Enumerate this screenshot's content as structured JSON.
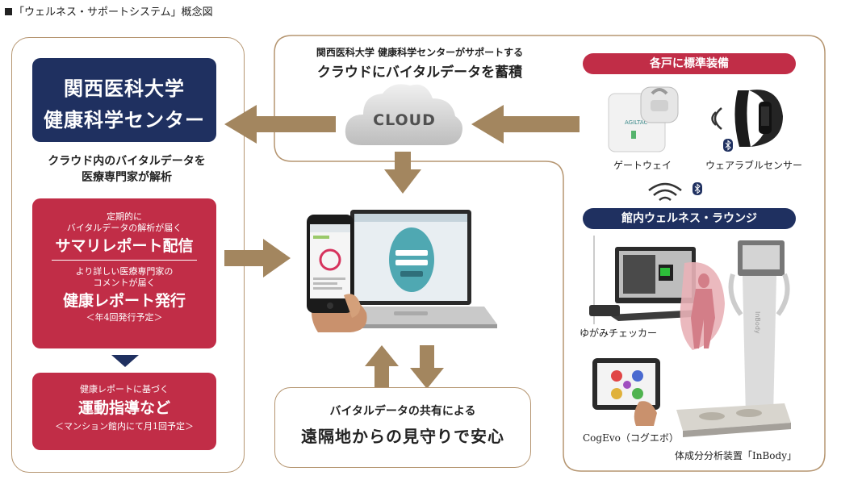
{
  "caption": "「ウェルネス・サポートシステム」概念図",
  "colors": {
    "navy": "#1f3060",
    "crimson": "#c12d47",
    "arrow": "#a3865f",
    "border": "#b59570"
  },
  "university": {
    "line1": "関西医科大学",
    "line2": "健康科学センター"
  },
  "analysis": {
    "line1": "クラウド内のバイタルデータを",
    "line2": "医療専門家が解析"
  },
  "summary": {
    "small1": "定期的に",
    "small2": "バイタルデータの解析が届く",
    "title": "サマリレポート配信",
    "small3": "より詳しい医療専門家の",
    "small4": "コメントが届く",
    "title2": "健康レポート発行",
    "note": "＜年4回発行予定＞"
  },
  "exercise": {
    "small": "健康レポートに基づく",
    "title": "運動指導など",
    "note": "＜マンション館内にて月1回予定＞"
  },
  "cloud": {
    "top1": "関西医科大学 健康科学センターがサポートする",
    "top2": "クラウドにバイタルデータを蓄積",
    "label": "CLOUD"
  },
  "household": {
    "header": "各戸に標準装備",
    "gateway": "ゲートウェイ",
    "wearable": "ウェアラブルセンサー"
  },
  "lounge": {
    "header": "館内ウェルネス・ラウンジ",
    "yugami": "ゆがみチェッカー",
    "cogevo": "CogEvo（コグエボ）",
    "inbody": "体成分分析装置「InBody」"
  },
  "share": {
    "line1": "バイタルデータの共有による",
    "line2": "遠隔地からの見守りで安心"
  },
  "icons": [
    "cloud-icon",
    "gateway-device-icon",
    "wearable-band-icon",
    "bluetooth-icon",
    "wifi-icon",
    "smartphone-icon",
    "laptop-icon",
    "posture-scanner-icon",
    "tablet-icon",
    "body-scale-icon",
    "arrow-icon",
    "triangle-down-icon"
  ]
}
